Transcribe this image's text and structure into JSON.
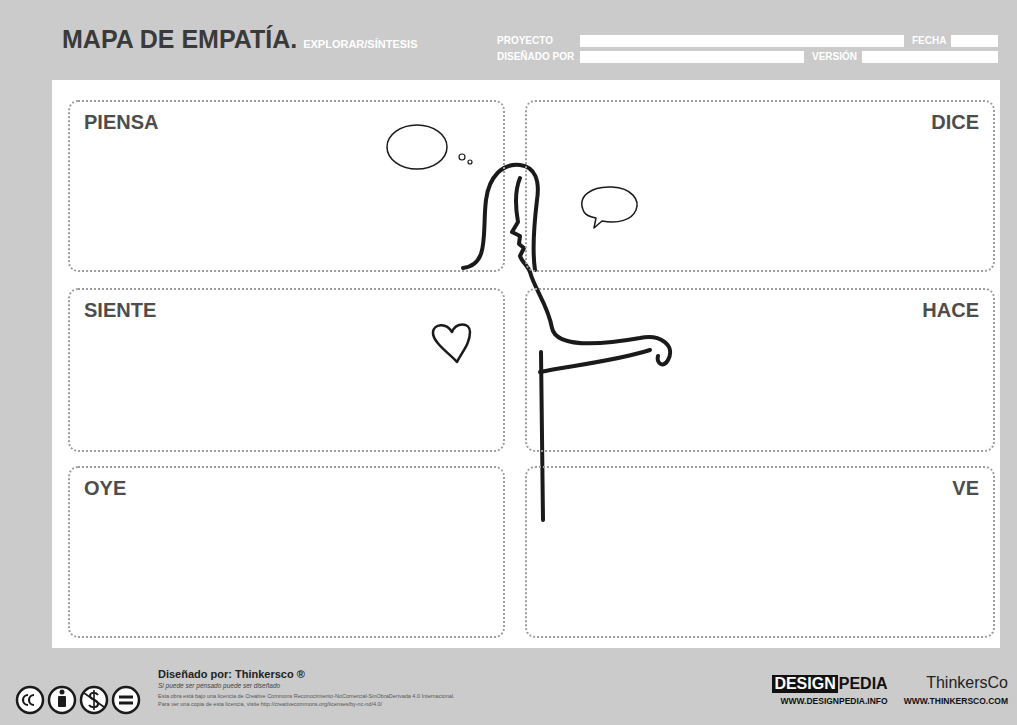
{
  "diagram": {
    "title": "MAPA DE EMPATÍA.",
    "nodes": [
      {
        "text": [
          "PIENSA"
        ]
      },
      {
        "text": [
          "DICE"
        ]
      },
      {
        "text": [
          "SIENTE"
        ]
      },
      {
        "text": [
          "HACE"
        ]
      },
      {
        "text": [
          "OYE"
        ]
      },
      {
        "text": [
          "VE"
        ]
      }
    ],
    "labels": [
      "EXPLORAR/SÍNTESIS",
      "PROYECTO",
      "FECHA",
      "DISEÑADO POR",
      "VERSIÓN",
      "Diseñado por: Thinkersco ®",
      "Si puede ser pensado puede ser diseñado",
      "Esta obra está bajo una licencia de Creative Commons Reconocimiento-NoComercial-SinObraDerivada 4.0 Internacional.",
      "Para ver una copia de esta licencia, visite http://creativecommons.org/licenses/by-nc-nd/4.0/",
      "DESIGN",
      "PEDIA",
      "WWW.DESIGNPEDIA.INFO",
      "ThinkersCo",
      "WWW.THINKERSCO.COM"
    ]
  }
}
